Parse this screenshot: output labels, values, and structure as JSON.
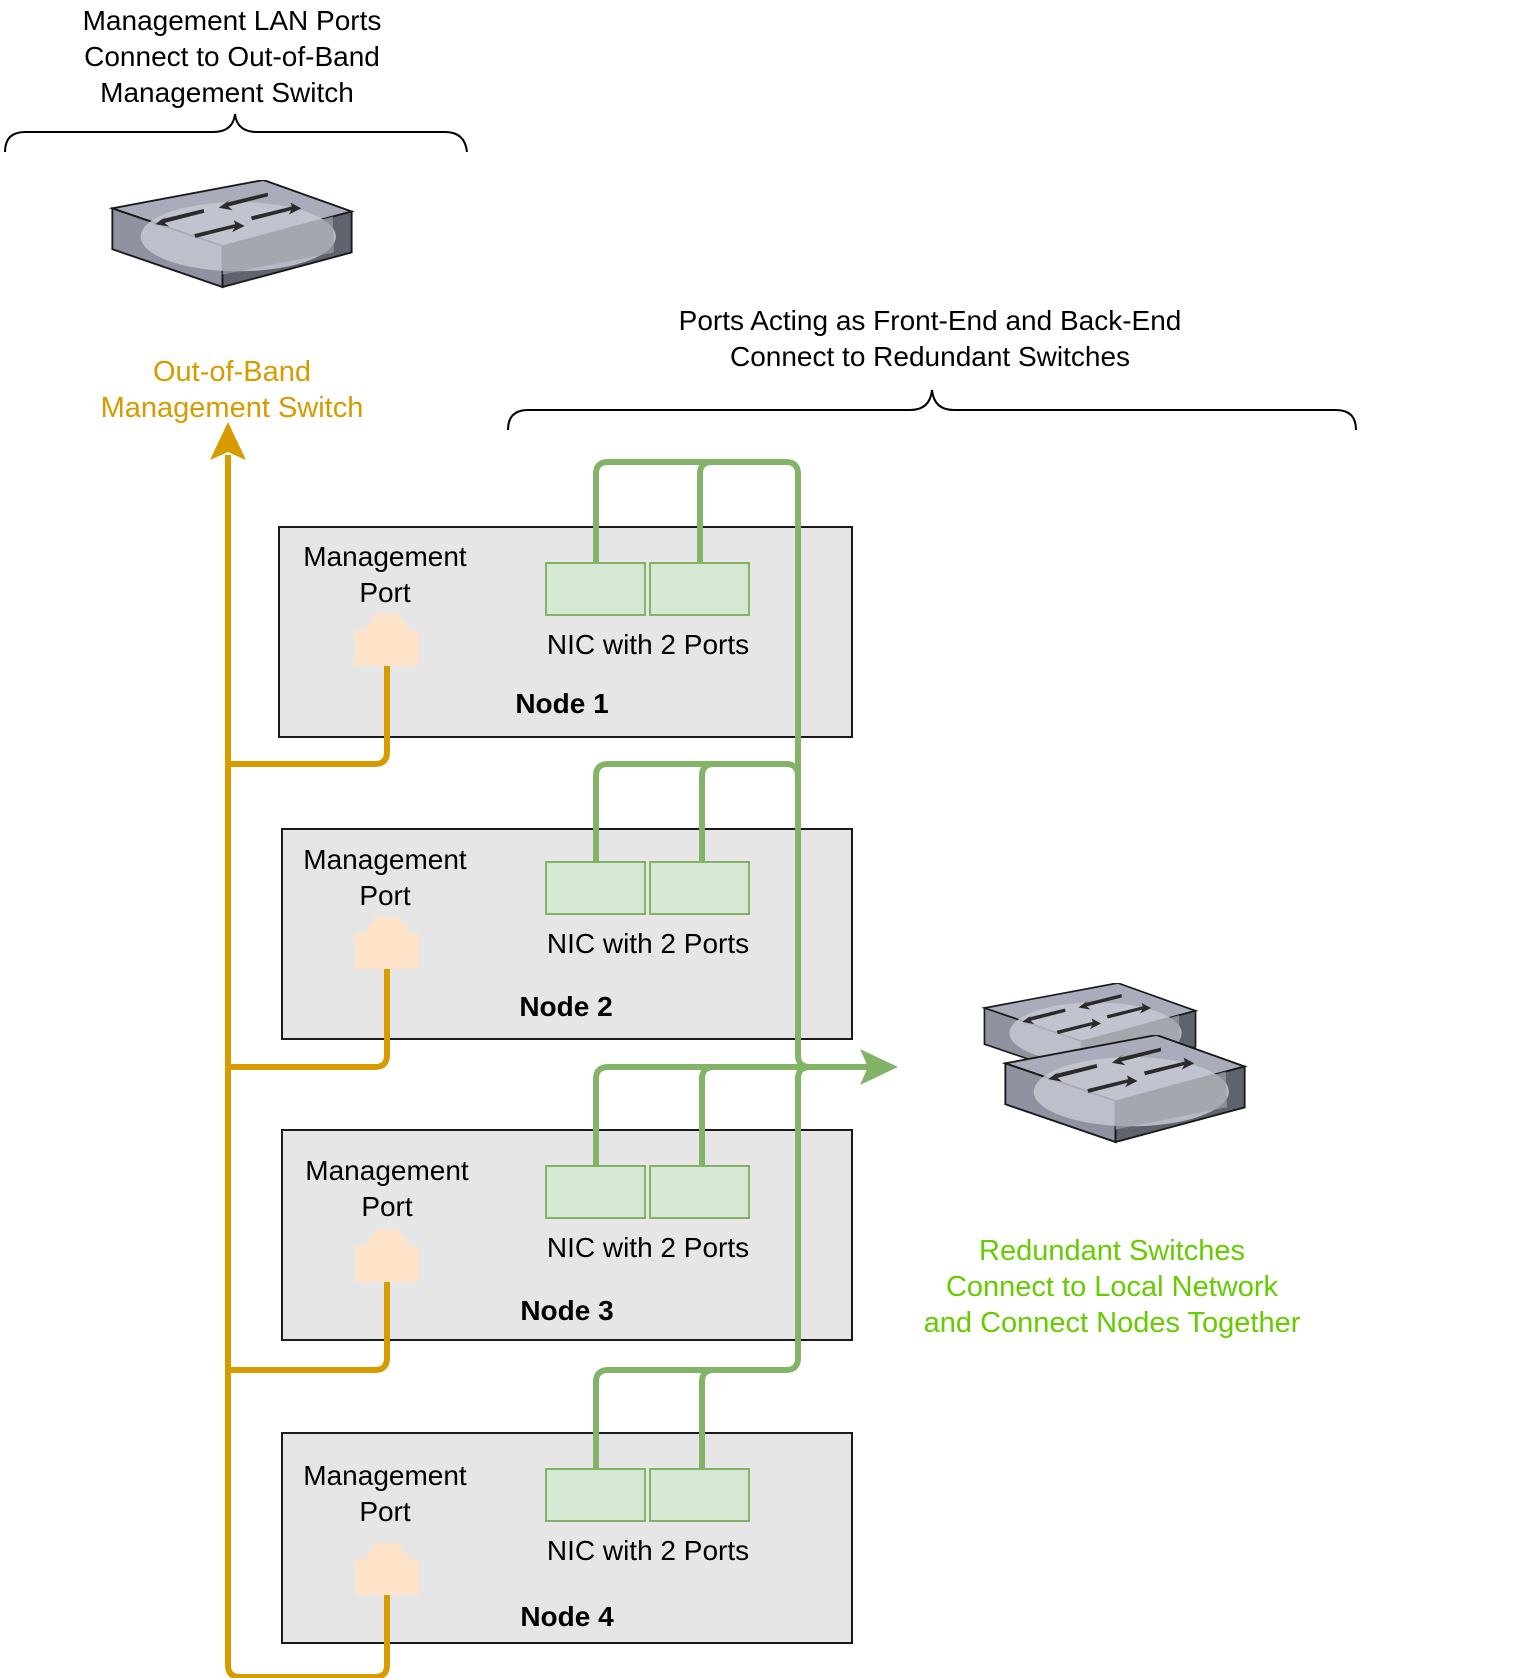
{
  "colors": {
    "management_link": "#D79B00",
    "network_link": "#82B366",
    "node_fill": "#E6E6E6",
    "nic_port_fill": "#D5E8D4",
    "mgmt_port_fill": "#FFE6CC",
    "oob_label_color": "#D79B00",
    "redundant_label_color": "#66CC00"
  },
  "annotations": {
    "management_brace_line1": "Management LAN Ports",
    "management_brace_line2": "Connect to Out-of-Band",
    "management_brace_line3": "Management Switch",
    "network_brace_line1": "Ports Acting as Front-End and Back-End",
    "network_brace_line2": "Connect to Redundant Switches"
  },
  "oob_switch": {
    "icon": "network-switch-icon",
    "label_line1": "Out-of-Band",
    "label_line2": "Management Switch"
  },
  "redundant_switches": {
    "icon": "network-switch-icon",
    "label_line1": "Redundant Switches",
    "label_line2": "Connect to Local Network",
    "label_line3": "and Connect Nodes Together"
  },
  "nodes": [
    {
      "name": "Node 1",
      "mgmt_label_line1": "Management",
      "mgmt_label_line2": "Port",
      "nic_label": "NIC with 2 Ports",
      "mgmt_port_icon": "ethernet-port-icon"
    },
    {
      "name": "Node 2",
      "mgmt_label_line1": "Management",
      "mgmt_label_line2": "Port",
      "nic_label": "NIC with 2 Ports",
      "mgmt_port_icon": "ethernet-port-icon"
    },
    {
      "name": "Node 3",
      "mgmt_label_line1": "Management",
      "mgmt_label_line2": "Port",
      "nic_label": "NIC with 2 Ports",
      "mgmt_port_icon": "ethernet-port-icon"
    },
    {
      "name": "Node 4",
      "mgmt_label_line1": "Management",
      "mgmt_label_line2": "Port",
      "nic_label": "NIC with 2 Ports",
      "mgmt_port_icon": "ethernet-port-icon"
    }
  ]
}
